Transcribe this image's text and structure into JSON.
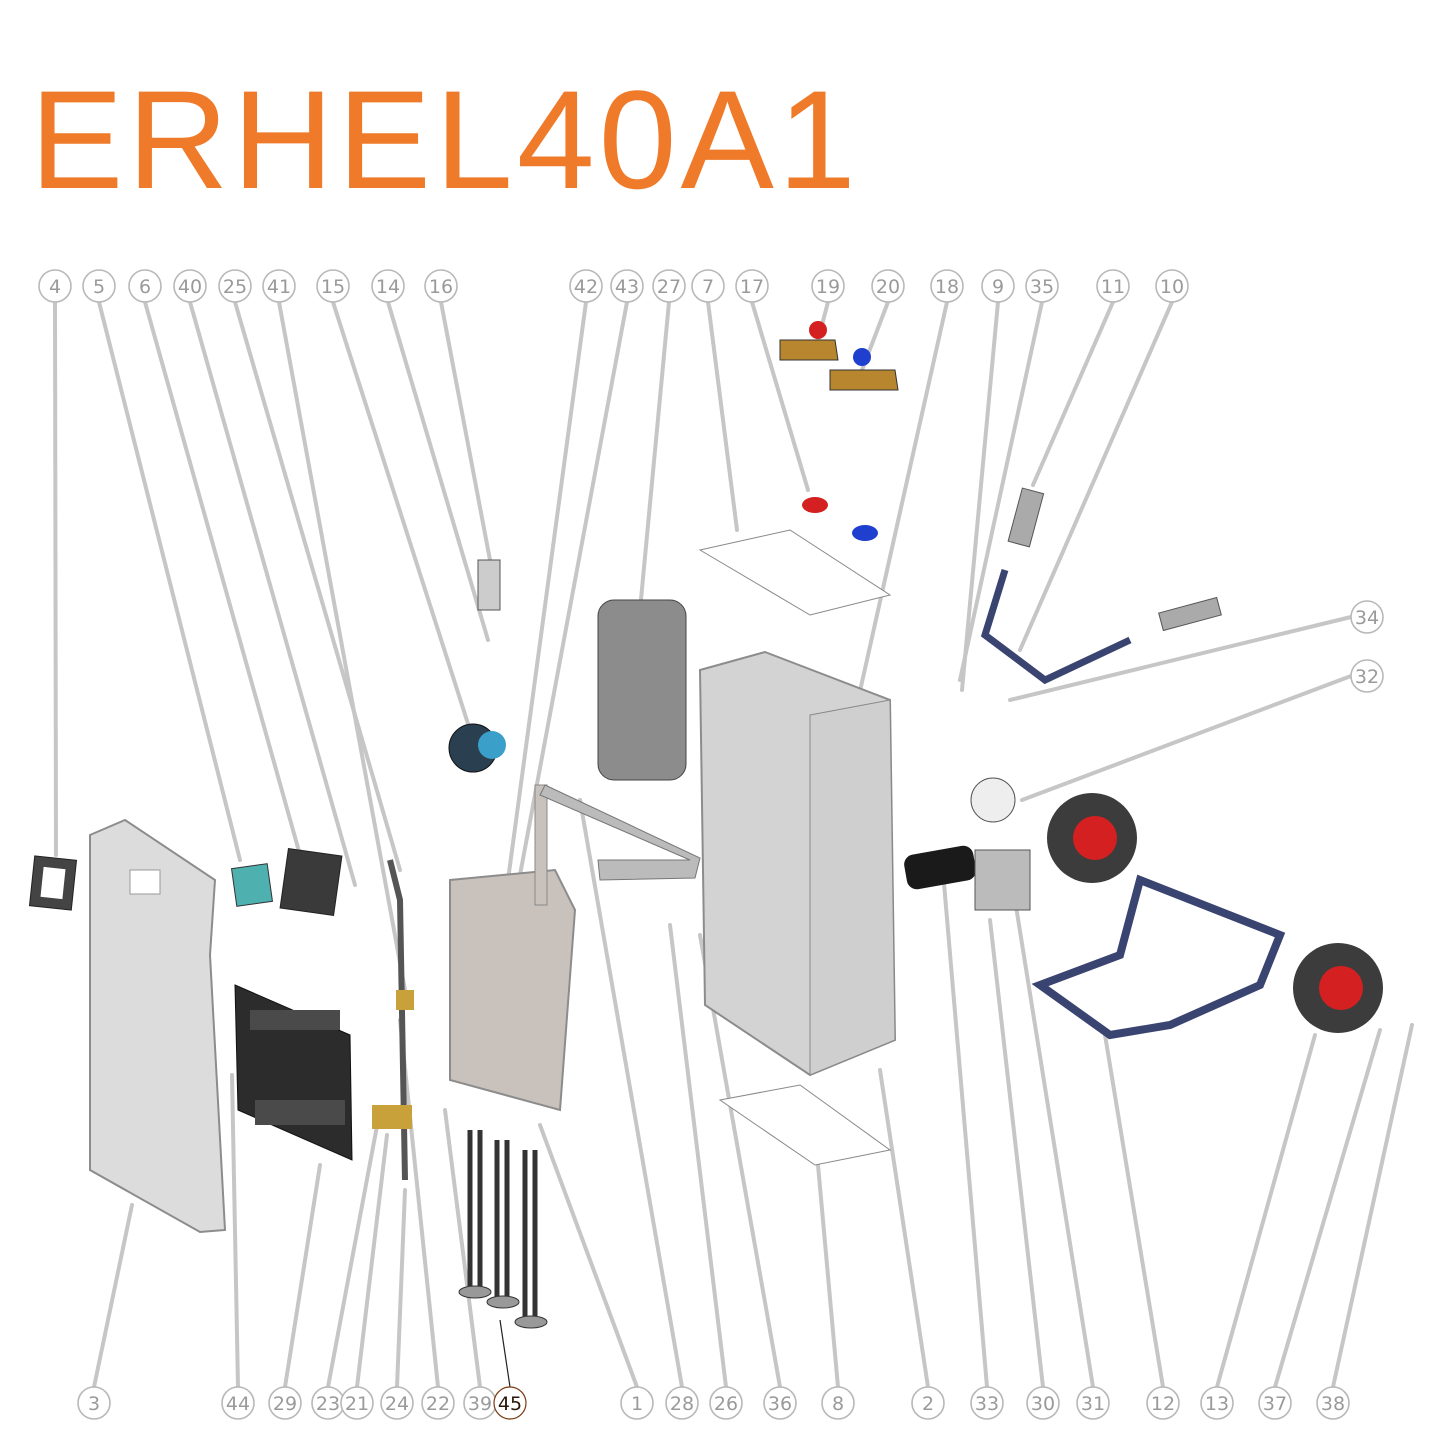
{
  "title": "ERHEL40A1",
  "colors": {
    "title": "#ee7a2a",
    "highlight": "#ee7a2a",
    "callout_text": "#9a9a9a",
    "panel": "#d9d9d9",
    "frame": "#3a4470",
    "wheel_hub": "#d42020"
  },
  "callouts_top": [
    "4",
    "5",
    "6",
    "40",
    "25",
    "41",
    "15",
    "14",
    "16",
    "42",
    "43",
    "27",
    "7",
    "17",
    "19",
    "20",
    "18",
    "9",
    "35",
    "11",
    "10"
  ],
  "callouts_right": [
    "34",
    "32"
  ],
  "callouts_bottom": [
    "3",
    "44",
    "29",
    "23",
    "21",
    "24",
    "22",
    "39",
    "45",
    "1",
    "28",
    "26",
    "36",
    "8",
    "2",
    "33",
    "30",
    "31",
    "12",
    "13",
    "37",
    "38"
  ],
  "highlighted_callout": "45"
}
